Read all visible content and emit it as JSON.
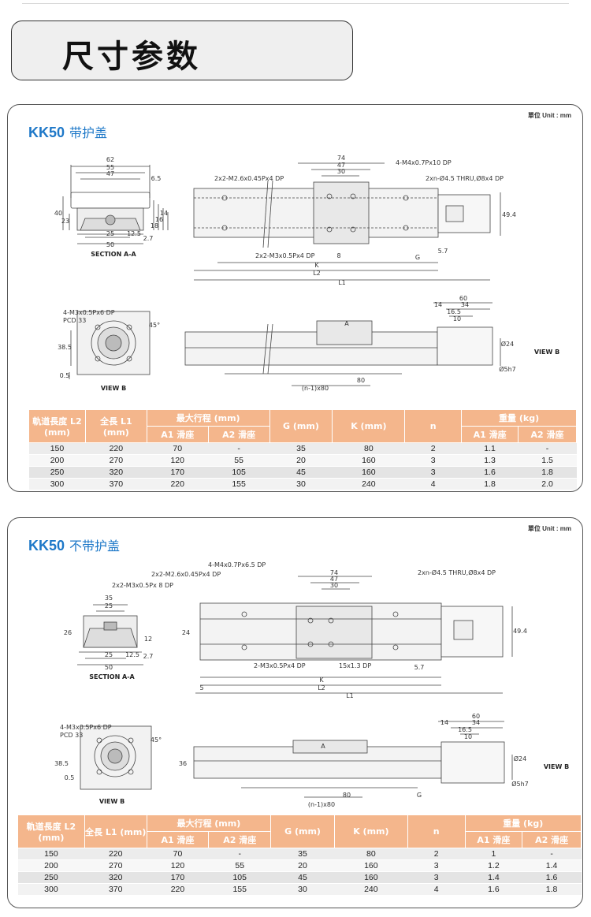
{
  "page_title": "尺寸参数",
  "colors": {
    "accent_blue": "#1e78c8",
    "table_header": "#f4b68c"
  },
  "panels": [
    {
      "unit_label": "單位 Unit : mm",
      "model": "KK50",
      "variant": "带护盖",
      "section_label": "SECTION A-A",
      "view_b_label": "VIEW B",
      "view_b_arrow_label": "VIEW B",
      "callouts": {
        "top_hole": "2x2-M2.6x0.45Px4 DP",
        "block_hole": "4-M4x0.7Px10 DP",
        "thru_hole": "2xn-Ø4.5 THRU,Ø8x4 DP",
        "bottom_hole": "2x2-M3x0.5Px4 DP",
        "pcd_hole": "4-M3x0.5Px6 DP",
        "pcd": "PCD 33",
        "pitch": "(n-1)x80"
      },
      "dims": [
        "62",
        "55",
        "47",
        "6.5",
        "40",
        "23",
        "18",
        "16",
        "14",
        "25",
        "50",
        "12.5",
        "2.7",
        "74",
        "47",
        "30",
        "49.4",
        "5.7",
        "8",
        "G",
        "K",
        "L2",
        "L1",
        "60",
        "14",
        "34",
        "16.5",
        "10",
        "38.5",
        "0.5",
        "45°",
        "Ø24",
        "Ø5h7",
        "80",
        "A"
      ],
      "table": {
        "headers": {
          "l2": "軌道長度 L2 (mm)",
          "l1": "全長 L1 (mm)",
          "stroke": "最大行程 (mm)",
          "stroke_a1": "A1 滑座",
          "stroke_a2": "A2 滑座",
          "g": "G (mm)",
          "k": "K (mm)",
          "n": "n",
          "weight": "重量 (kg)",
          "weight_a1": "A1 滑座",
          "weight_a2": "A2 滑座"
        },
        "rows": [
          [
            "150",
            "220",
            "70",
            "-",
            "35",
            "80",
            "2",
            "1.1",
            "-"
          ],
          [
            "200",
            "270",
            "120",
            "55",
            "20",
            "160",
            "3",
            "1.3",
            "1.5"
          ],
          [
            "250",
            "320",
            "170",
            "105",
            "45",
            "160",
            "3",
            "1.6",
            "1.8"
          ],
          [
            "300",
            "370",
            "220",
            "155",
            "30",
            "240",
            "4",
            "1.8",
            "2.0"
          ]
        ]
      }
    },
    {
      "unit_label": "單位 Unit : mm",
      "model": "KK50",
      "variant": "不带护盖",
      "section_label": "SECTION A-A",
      "view_b_label": "VIEW B",
      "view_b_arrow_label": "VIEW B",
      "callouts": {
        "block_hole": "4-M4x0.7Px6.5 DP",
        "top_hole": "2x2-M2.6x0.45Px4 DP",
        "side_hole": "2x2-M3x0.5Px 8 DP",
        "thru_hole": "2xn-Ø4.5 THRU,Ø8x4 DP",
        "bottom_hole": "2-M3x0.5Px4 DP",
        "pin_hole": "15x1.3 DP",
        "pcd_hole": "4-M3x0.5Px6 DP",
        "pcd": "PCD 33",
        "pitch": "(n-1)x80"
      },
      "dims": [
        "35",
        "25",
        "26",
        "12",
        "2.7",
        "25",
        "50",
        "12.5",
        "24",
        "74",
        "47",
        "30",
        "49.4",
        "5.7",
        "5",
        "K",
        "L2",
        "L1",
        "60",
        "14",
        "34",
        "16.5",
        "10",
        "38.5",
        "0.5",
        "36",
        "45°",
        "Ø24",
        "Ø5h7",
        "80",
        "A",
        "G"
      ],
      "table": {
        "headers": {
          "l2": "軌道長度 L2 (mm)",
          "l1": "全長 L1 (mm)",
          "stroke": "最大行程 (mm)",
          "stroke_a1": "A1 滑座",
          "stroke_a2": "A2 滑座",
          "g": "G (mm)",
          "k": "K (mm)",
          "n": "n",
          "weight": "重量 (kg)",
          "weight_a1": "A1 滑座",
          "weight_a2": "A2 滑座"
        },
        "rows": [
          [
            "150",
            "220",
            "70",
            "-",
            "35",
            "80",
            "2",
            "1",
            "-"
          ],
          [
            "200",
            "270",
            "120",
            "55",
            "20",
            "160",
            "3",
            "1.2",
            "1.4"
          ],
          [
            "250",
            "320",
            "170",
            "105",
            "45",
            "160",
            "3",
            "1.4",
            "1.6"
          ],
          [
            "300",
            "370",
            "220",
            "155",
            "30",
            "240",
            "4",
            "1.6",
            "1.8"
          ]
        ]
      }
    }
  ]
}
